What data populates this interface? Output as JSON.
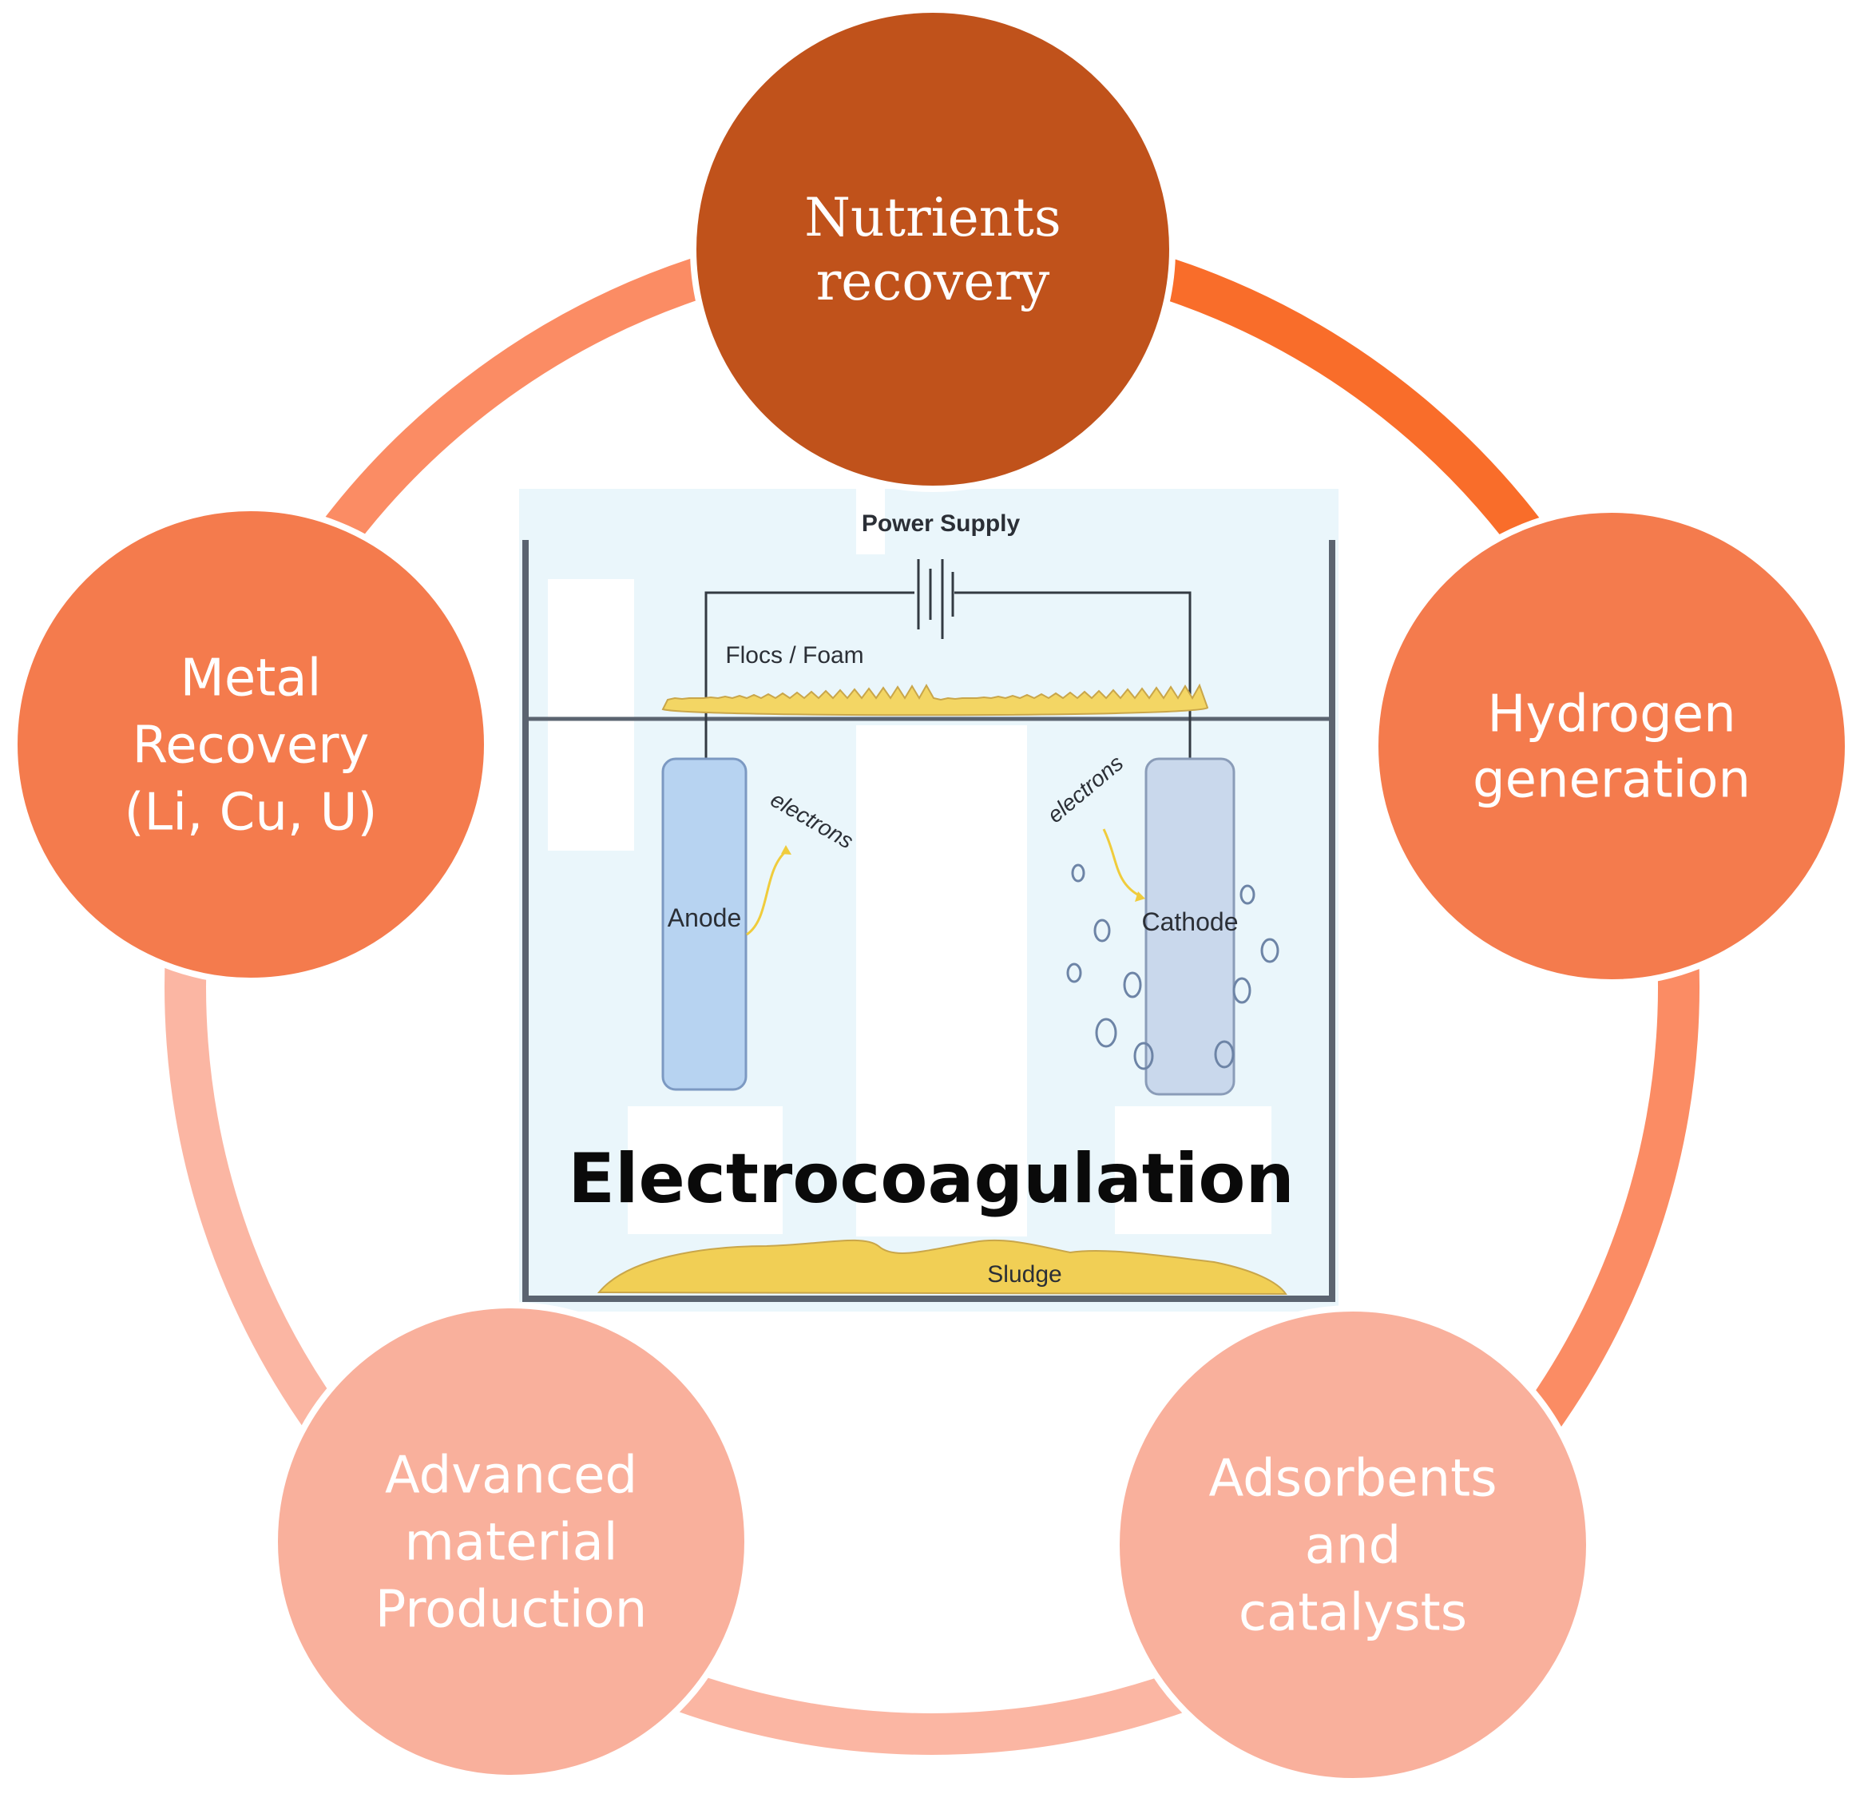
{
  "nodes": [
    {
      "id": "nutrients",
      "lines": [
        "Nutrients",
        "recovery"
      ],
      "fill": "#c0521b",
      "text_color": "#ffffff",
      "font": "serif"
    },
    {
      "id": "hydrogen",
      "lines": [
        "Hydrogen",
        "generation"
      ],
      "fill": "#f47b4d",
      "text_color": "#ffffff",
      "font": "sans"
    },
    {
      "id": "adsorbents",
      "lines": [
        "Adsorbents",
        "and",
        "catalysts"
      ],
      "fill": "#f9b09c",
      "text_color": "#ffffff",
      "font": "sans"
    },
    {
      "id": "advanced",
      "lines": [
        "Advanced",
        "material",
        "Production"
      ],
      "fill": "#f9b09c",
      "text_color": "#ffffff",
      "font": "sans"
    },
    {
      "id": "metal",
      "lines": [
        "Metal",
        "Recovery",
        "(Li, Cu, U)"
      ],
      "fill": "#f47b4d",
      "text_color": "#ffffff",
      "font": "sans"
    }
  ],
  "ring_segments": [
    {
      "from": "nutrients",
      "to": "hydrogen",
      "color": "#f96d2a"
    },
    {
      "from": "hydrogen",
      "to": "adsorbents",
      "color": "#fb8c64"
    },
    {
      "from": "adsorbents",
      "to": "advanced",
      "color": "#fbb6a3"
    },
    {
      "from": "advanced",
      "to": "metal",
      "color": "#fbb6a3"
    },
    {
      "from": "metal",
      "to": "nutrients",
      "color": "#fb8c64"
    }
  ],
  "cell": {
    "power_supply": "Power Supply",
    "flocs": "Flocs / Foam",
    "anode": "Anode",
    "cathode": "Cathode",
    "electrons_left": "electrons",
    "electrons_right": "electrons",
    "sludge": "Sludge",
    "title": "Electrocoagulation",
    "water_color": "#eaf6fb",
    "electrode_anode_color": "#b7d3f1",
    "electrode_cathode_color": "#c9d8ec",
    "floc_color": "#f3d664",
    "sludge_color": "#f1cf55"
  }
}
